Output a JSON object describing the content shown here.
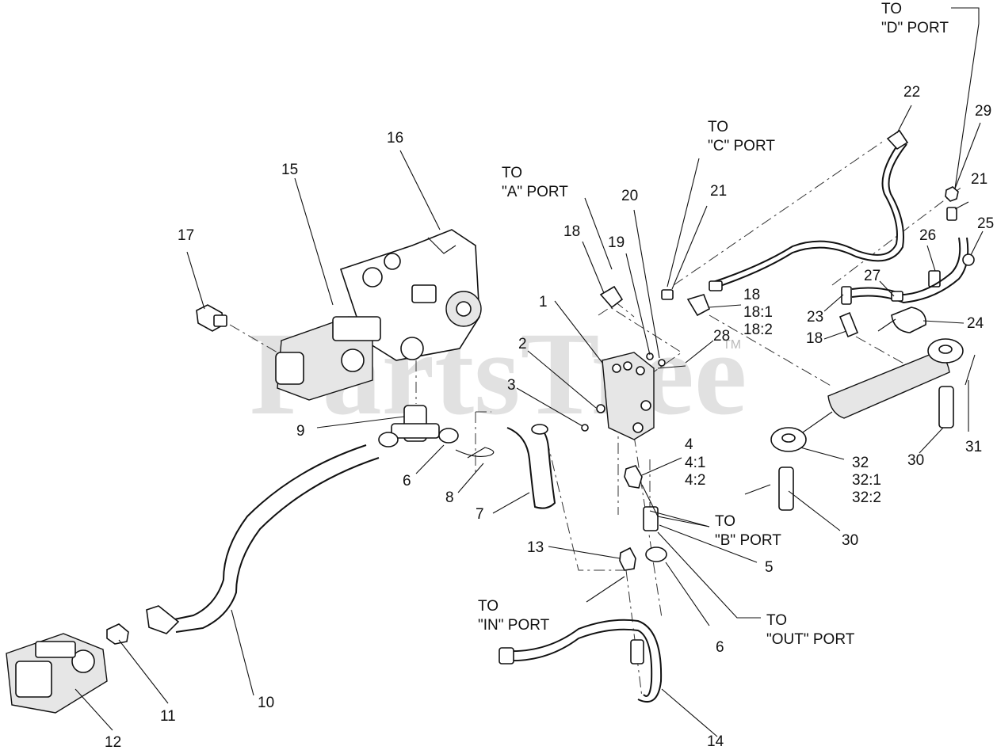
{
  "watermark": {
    "text": "PartsTree",
    "tm": "TM"
  },
  "labels": {
    "p1": "1",
    "p2": "2",
    "p3": "3",
    "p4": "4",
    "p4_1": "4:1",
    "p4_2": "4:2",
    "p5": "5",
    "p6a": "6",
    "p6b": "6",
    "p7": "7",
    "p8": "8",
    "p9": "9",
    "p10": "10",
    "p11": "11",
    "p12": "12",
    "p13": "13",
    "p14": "14",
    "p15": "15",
    "p16": "16",
    "p17": "17",
    "p18a": "18",
    "p18b": "18",
    "p18_1": "18:1",
    "p18_2": "18:2",
    "p18c": "18",
    "p19": "19",
    "p20": "20",
    "p21a": "21",
    "p21b": "21",
    "p22": "22",
    "p23": "23",
    "p24": "24",
    "p25": "25",
    "p26": "26",
    "p27": "27",
    "p28": "28",
    "p29": "29",
    "p30a": "30",
    "p30b": "30",
    "p31": "31",
    "p32": "32",
    "p32_1": "32:1",
    "p32_2": "32:2"
  },
  "ports": {
    "a_to": "TO",
    "a_port": "\"A\" PORT",
    "b_to": "TO",
    "b_port": "\"B\" PORT",
    "c_to": "TO",
    "c_port": "\"C\" PORT",
    "d_to": "TO",
    "d_port": "\"D\" PORT",
    "in_to": "TO",
    "in_port": "\"IN\" PORT",
    "out_to": "TO",
    "out_port": "\"OUT\" PORT"
  }
}
